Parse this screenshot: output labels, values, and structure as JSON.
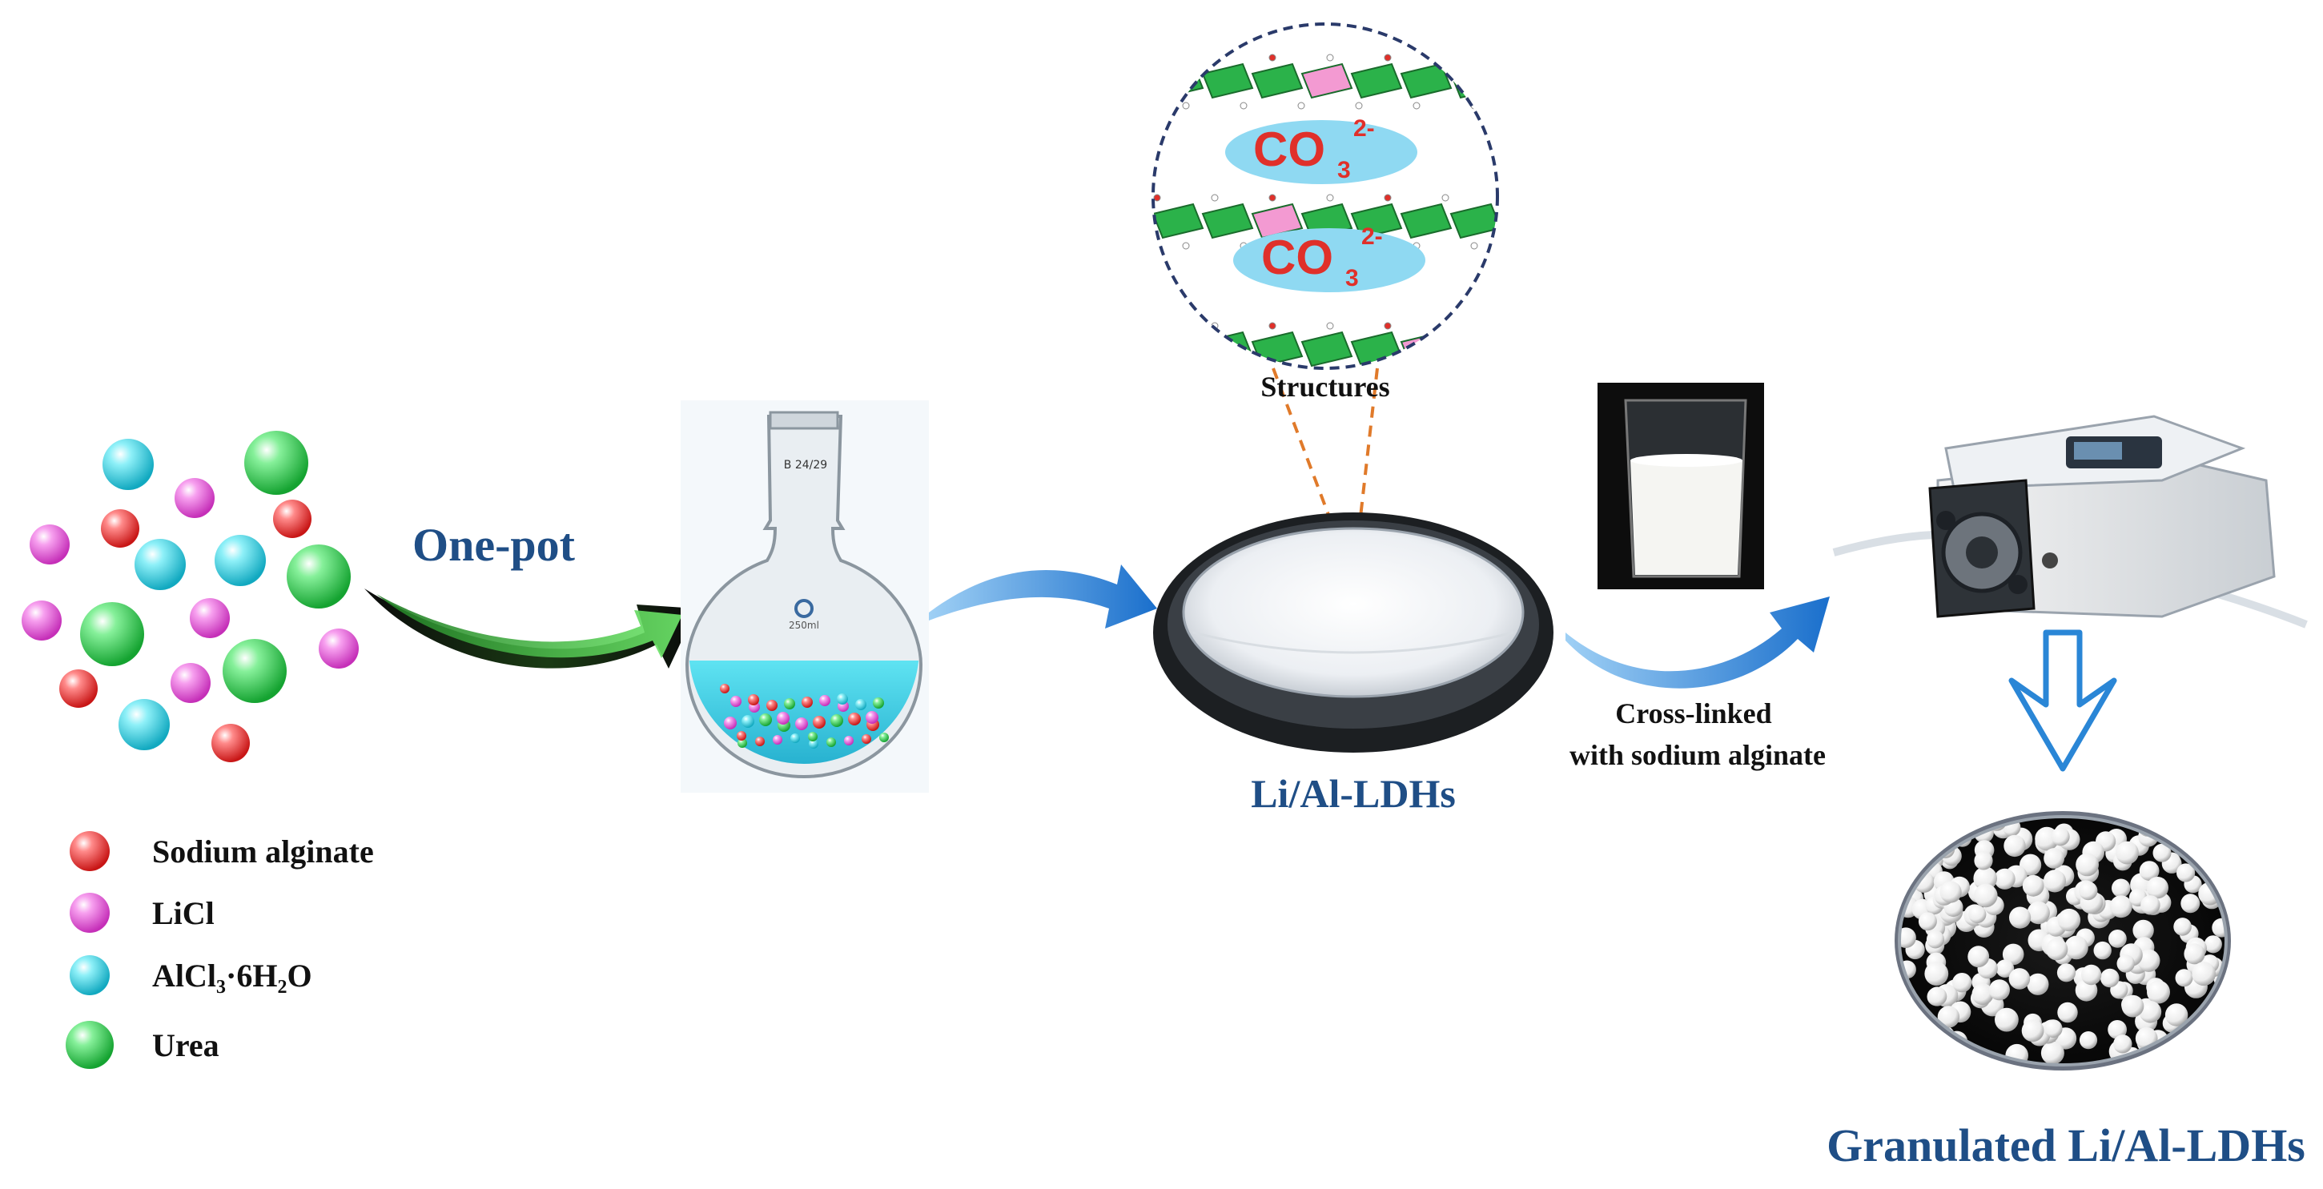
{
  "labels": {
    "one_pot": "One-pot",
    "structures": "Structures",
    "co3": "CO",
    "co3_sub": "3",
    "co3_sup": "2-",
    "flask_mark": "B 24/29",
    "flask_vol": "250ml",
    "product": "Li/Al-LDHs",
    "crosslink_line1": "Cross-linked",
    "crosslink_line2": "with sodium alginate",
    "granulated": "Granulated Li/Al-LDHs"
  },
  "legend": [
    {
      "name": "Sodium alginate",
      "color": "#e83a3a",
      "kind": "small"
    },
    {
      "name": "LiCl",
      "color": "#e65bd8",
      "kind": "small"
    },
    {
      "name": "AlCl₃·6H₂O",
      "color": "#2fd6e6",
      "kind": "small"
    },
    {
      "name": "Urea",
      "color": "#2fcf4f",
      "kind": "large"
    }
  ],
  "colors": {
    "red": "#e83a3a",
    "pink": "#e65bd8",
    "cyan": "#2fd6e6",
    "green": "#2fcf4f",
    "arrow_blue": "#2a86d6",
    "title_blue": "#1f4e86",
    "co3_red": "#e0302a",
    "layer_green": "#2bb24a",
    "layer_pink": "#f39ad2"
  },
  "icons": [
    "one-pot-arrow-icon",
    "blue-arrow-icon",
    "down-arrow-icon",
    "round-flask-icon",
    "petri-dish-icon",
    "beaker-icon",
    "peristaltic-pump-icon"
  ]
}
